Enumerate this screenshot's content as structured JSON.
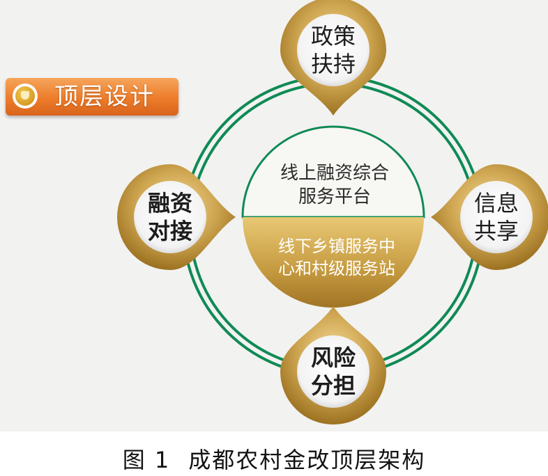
{
  "badge": {
    "label": "顶层设计"
  },
  "nodes": {
    "top": "政策\n扶持",
    "left": "融资\n对接",
    "right": "信息\n共享",
    "bottom": "风险\n分担"
  },
  "center": {
    "top": "线上融资综合\n服务平台",
    "bottom": "线下乡镇服务中\n心和村级服务站"
  },
  "caption": {
    "number": "图 1",
    "title": "成都农村金改顶层架构"
  },
  "colors": {
    "ring": "#0f8a55",
    "gold": "#c69a45",
    "orange": "#ec7c2a"
  }
}
